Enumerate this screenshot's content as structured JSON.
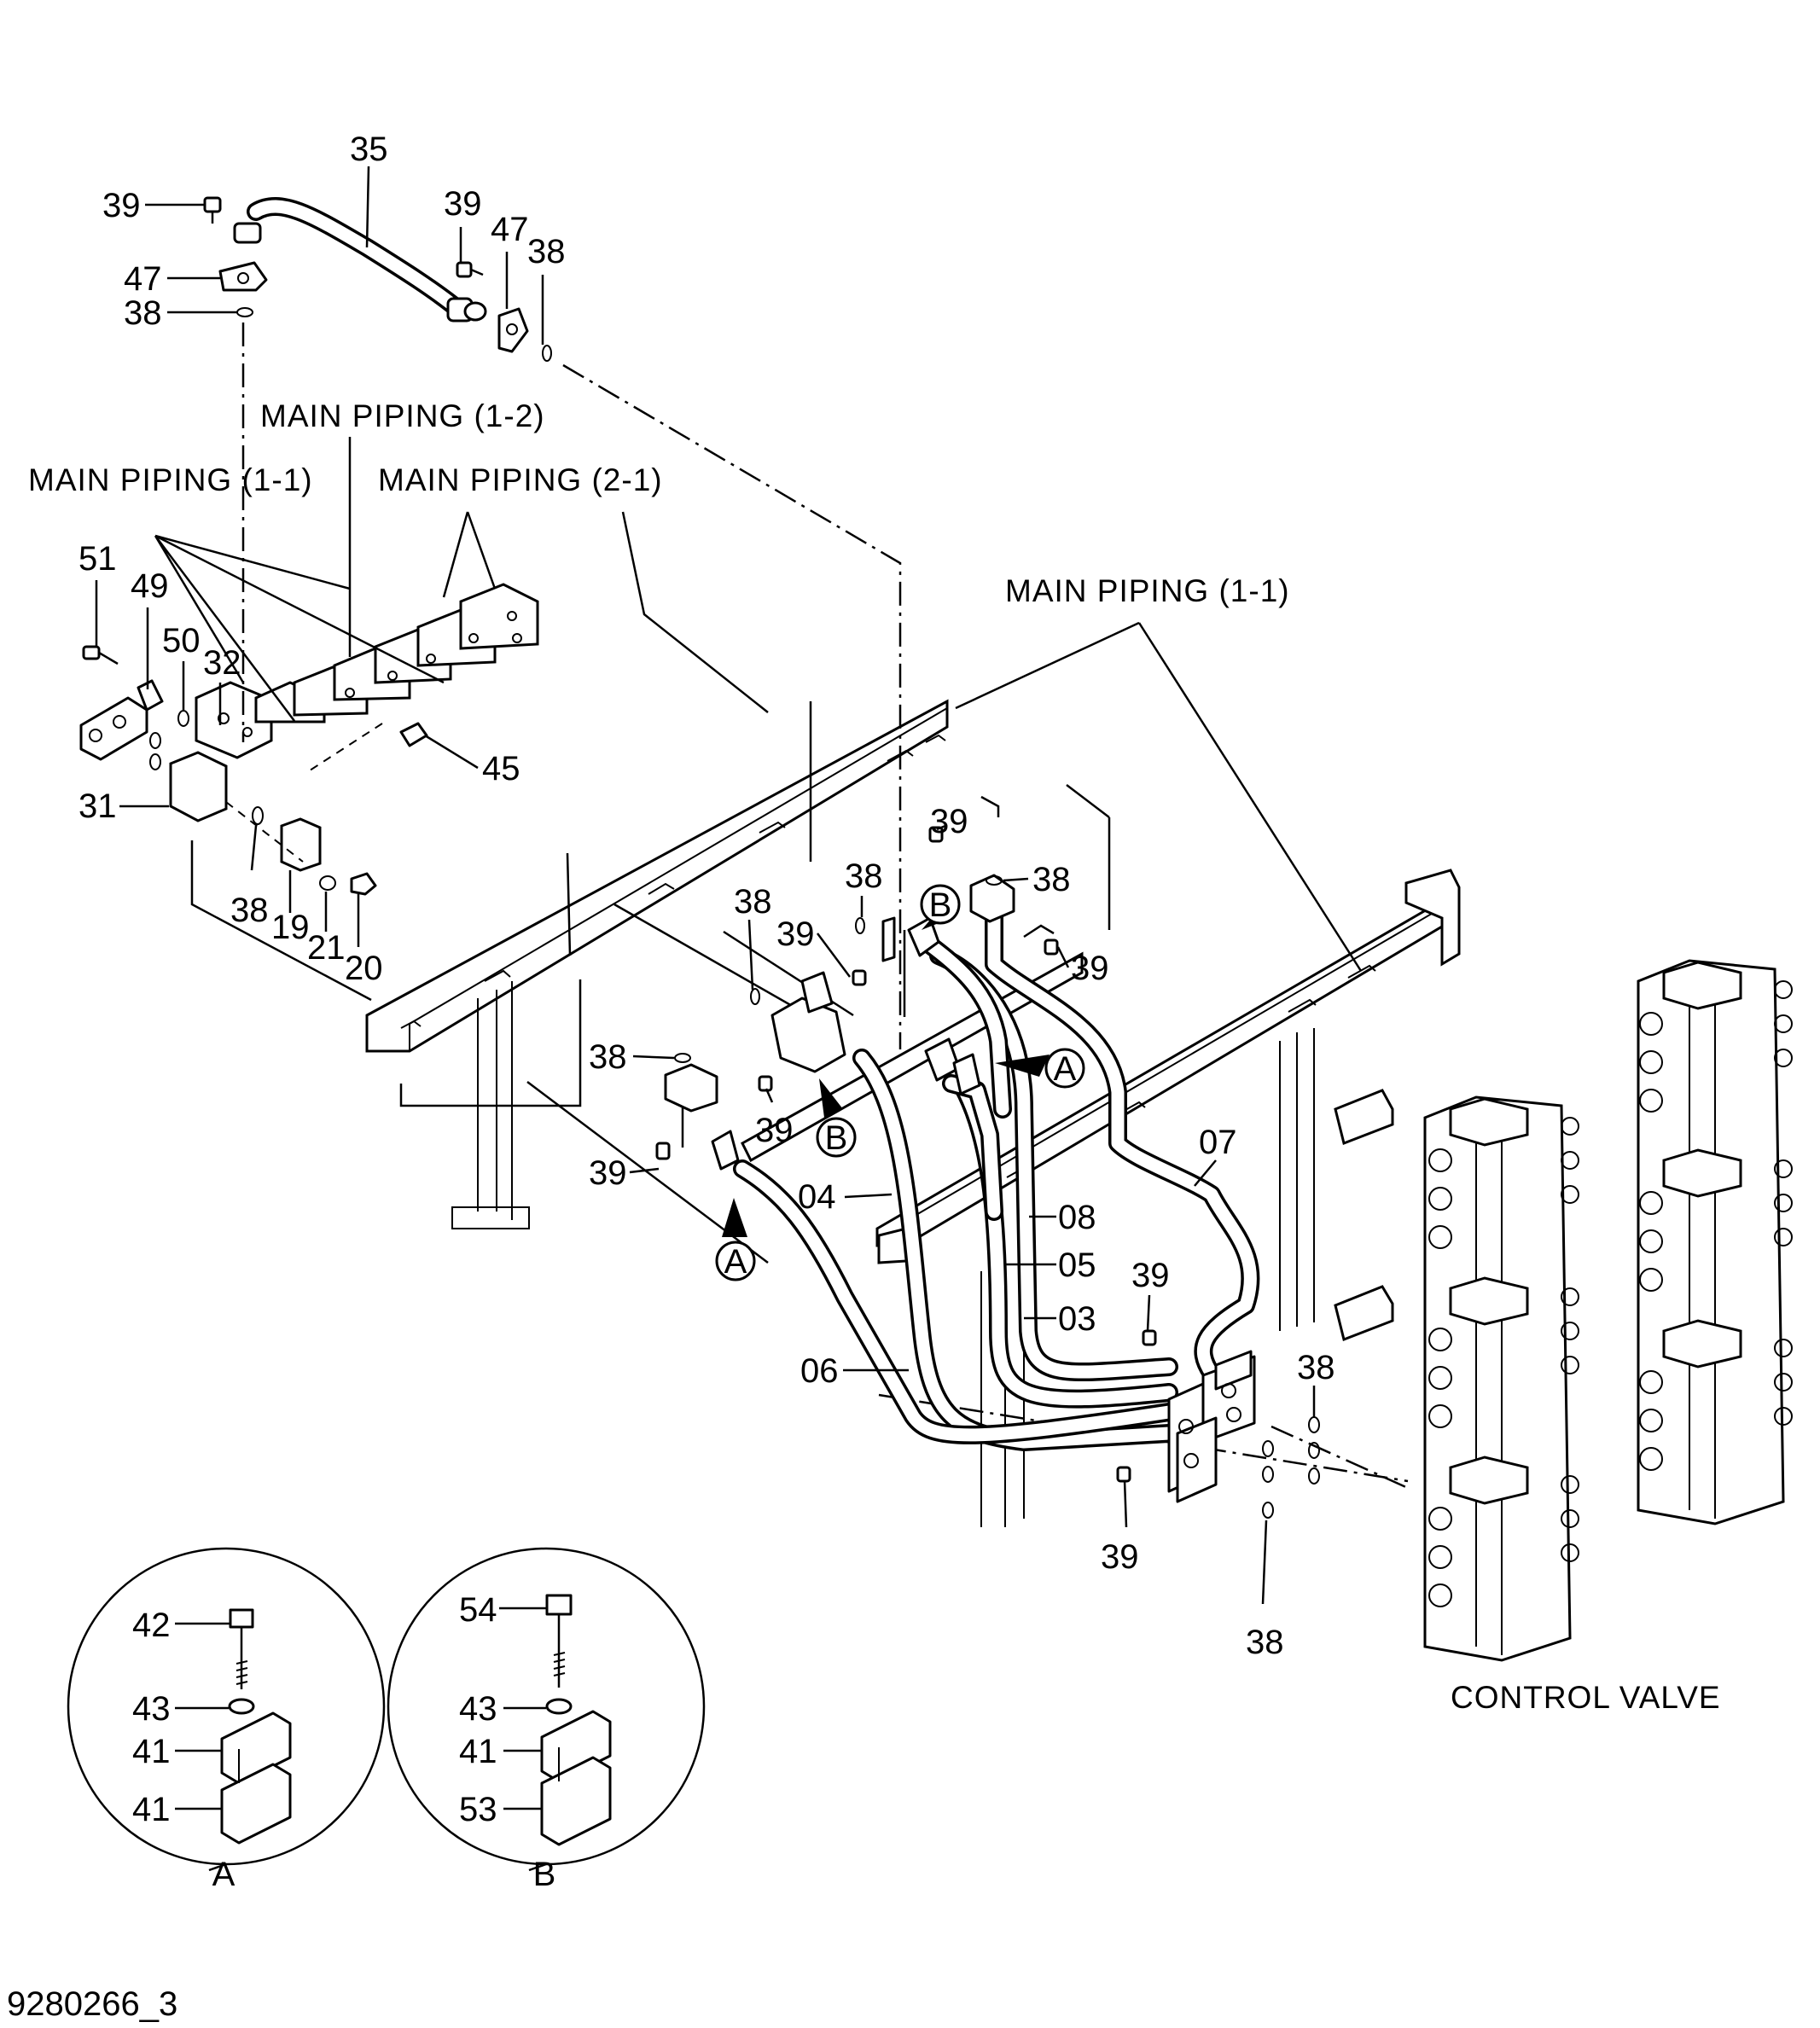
{
  "diagram": {
    "drawing_number": "9280266_3",
    "group_labels": {
      "main_piping_1_1_left": "MAIN  PIPING (1-1)",
      "main_piping_1_2": "MAIN  PIPING (1-2)",
      "main_piping_2_1": "MAIN  PIPING (2-1)",
      "main_piping_1_1_right": "MAIN  PIPING (1-1)",
      "control_valve": "CONTROL  VALVE"
    },
    "callouts": {
      "a": "A",
      "b": "B"
    },
    "detail_a": {
      "title": "A",
      "parts": [
        "42",
        "43",
        "41",
        "41"
      ]
    },
    "detail_b": {
      "title": "B",
      "parts": [
        "54",
        "43",
        "41",
        "53"
      ]
    },
    "part_numbers": {
      "p35": "35",
      "p39_top_left": "39",
      "p47_left": "47",
      "p38_top_left": "38",
      "p39_top_mid": "39",
      "p47_mid": "47",
      "p38_top_mid": "38",
      "p51": "51",
      "p49": "49",
      "p50": "50",
      "p32": "32",
      "p45": "45",
      "p31": "31",
      "p38_below31": "38",
      "p19": "19",
      "p21": "21",
      "p20": "20",
      "p38_mid_a": "38",
      "p38_mid_b": "38",
      "p39_mid": "39",
      "p39_upper_right": "39",
      "p38_upper_right": "38",
      "p39_right": "39",
      "p38_left_center": "38",
      "p39_center": "39",
      "p39_left_low": "39",
      "p04": "04",
      "p08": "08",
      "p05": "05",
      "p03": "03",
      "p07": "07",
      "p06": "06",
      "p39_valve": "39",
      "p38_valve_upper": "38",
      "p39_bottom": "39",
      "p38_bottom": "38"
    }
  }
}
